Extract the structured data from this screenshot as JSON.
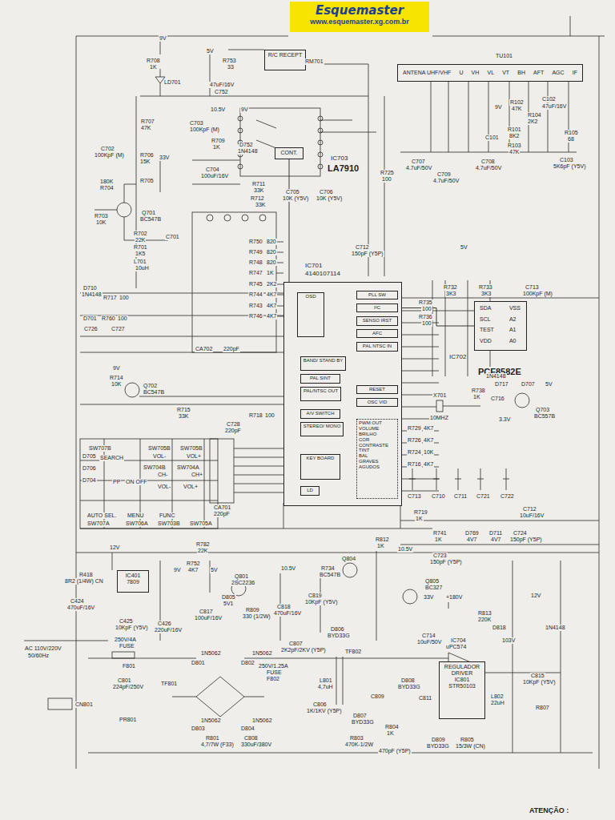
{
  "diagram": {
    "nodes": [
      {
        "text": [
          "Esquemaster",
          "www.esquemaster.xg.com.br"
        ]
      },
      {
        "text": [
          "R/C RECEPT"
        ]
      },
      {
        "text": [
          "ANTENA UHF/VHF",
          "U",
          "VH",
          "VL",
          "VT",
          "BH",
          "AFT",
          "AGC",
          "IF"
        ]
      },
      {
        "text": [
          "CONT."
        ]
      },
      {
        "text": [
          "IC701",
          "4140107114"
        ]
      },
      {
        "text": [
          "OSD"
        ],
        "in": 4
      },
      {
        "text": [
          "BAND/ STAND BY"
        ],
        "in": 4
      },
      {
        "text": [
          "PAL SINT"
        ],
        "in": 4
      },
      {
        "text": [
          "PAL/NTSC OUT"
        ],
        "in": 4
      },
      {
        "text": [
          "A/V SWITCH"
        ],
        "in": 4
      },
      {
        "text": [
          "STEREO/ MONO"
        ],
        "in": 4
      },
      {
        "text": [
          "KEY BOARD"
        ],
        "in": 4
      },
      {
        "text": [
          "LD"
        ],
        "in": 4
      },
      {
        "text": [
          "PLL SW"
        ],
        "in": 4
      },
      {
        "text": [
          "I²C"
        ],
        "in": 4
      },
      {
        "text": [
          "SENSO IRST"
        ],
        "in": 4
      },
      {
        "text": [
          "AFC"
        ],
        "in": 4
      },
      {
        "text": [
          "PAL NTSC IN"
        ],
        "in": 4
      },
      {
        "text": [
          "RESET"
        ],
        "in": 4
      },
      {
        "text": [
          "OSC VID"
        ],
        "in": 4
      },
      {
        "text": [
          "PWM OUT",
          "VOLUME",
          "BRILHO",
          "COR",
          "CONTRASTE",
          "TINT",
          "BAL",
          "GRAVES",
          "AGUDOS"
        ],
        "in": 4
      },
      {
        "text": [
          "SDA",
          "SCL",
          "TEST",
          "VDD",
          "VSS",
          "A2",
          "A1",
          "A0"
        ]
      },
      {
        "text": [
          "IC401",
          "7809"
        ]
      },
      {
        "text": [
          "REGULADOR",
          "DRIVER",
          "IC801",
          "STR50103"
        ]
      }
    ],
    "edges": [
      {
        "from": 14,
        "to": 21,
        "arrow": "none"
      },
      {
        "from": 3,
        "to": 4,
        "arrow": "none"
      }
    ],
    "labels": [
      "9V",
      "R708",
      "1K",
      "LD701",
      "5V",
      "R753",
      "33",
      "47uF/16V",
      "C752",
      "RM701",
      "TU101",
      "R707",
      "47K",
      "C703",
      "100KpF (M)",
      "10.5V",
      "9V",
      "R709",
      "1K",
      "D752",
      "1N4148",
      "C702",
      "100KpF (M)",
      "33V",
      "R706",
      "15K",
      "R705",
      "180K",
      "R704",
      "C704",
      "100uF/16V",
      "IC703",
      "LA7910",
      "R711",
      "33K",
      "R712",
      "33K",
      "C705",
      "10K (Y5V)",
      "C706",
      "10K (Y5V)",
      "R725",
      "100",
      "C707",
      "4.7uF/50V",
      "C709",
      "4.7uF/50V",
      "C708",
      "4.7uF/50V",
      "9V",
      "C101",
      "R102",
      "47K",
      "R101",
      "8K2",
      "R103",
      "47K",
      "R104",
      "2K2",
      "C102",
      "47uF/16V",
      "R105",
      "68",
      "C103",
      "5K6pF (Y5V)",
      "Q701",
      "BC547B",
      "R703",
      "10K",
      "R702",
      "22K",
      "R701",
      "1K5",
      "L701",
      "10uH",
      "C701",
      "R750",
      "820",
      "R749",
      "820",
      "R748",
      "820",
      "R747",
      "1K",
      "R745",
      "2K2",
      "R744",
      "4K7",
      "R743",
      "4K7",
      "R746",
      "4K7",
      "CA702",
      "220pF",
      "C712",
      "150pF (Y5P)",
      "5V",
      "R732",
      "3K3",
      "R733",
      "3K3",
      "C713",
      "100KpF (M)",
      "R735",
      "100",
      "R736",
      "100",
      "IC702",
      "PCF8582E",
      "D710",
      "1N4148",
      "R717",
      "100",
      "R760",
      "100",
      "D701",
      "C726",
      "C727",
      "9V",
      "R714",
      "10K",
      "Q702",
      "BC547B",
      "R715",
      "33K",
      "R718",
      "100",
      "C728",
      "220pF",
      "X701",
      "10MHZ",
      "R738",
      "1K",
      "1N4148",
      "D717",
      "D707",
      "5V",
      "C716",
      "3.3V",
      "Q703",
      "BC557B",
      "R729",
      "4K7",
      "R726",
      "4K7",
      "R724",
      "10K",
      "R716",
      "4K7",
      "C713",
      "C710",
      "C711",
      "C721",
      "C722",
      "R719",
      "1K",
      "C712",
      "10uF/16V",
      "R741",
      "1K",
      "D769",
      "4V7",
      "D711",
      "4V7",
      "C724",
      "150pF (Y5P)",
      "C723",
      "150pF (Y5P)",
      "SW707B",
      "SW705B",
      "SW705B",
      "SEARCH",
      "VOL-",
      "VOL+",
      "SW704B",
      "CH-",
      "SW704A",
      "CH+",
      "D705",
      "D706",
      "D704",
      "PP",
      "ON OFF",
      "VOL-",
      "VOL+",
      "AUTO SEL.",
      "MENU",
      "FUNC",
      "SW707A",
      "SW706A",
      "SW703B",
      "SW705A",
      "CA701",
      "220pF",
      "12V",
      "R418",
      "8R2 (1/4W) CN",
      "C424",
      "470uF/16V",
      "C425",
      "10KpF (Y5V)",
      "C426",
      "220uF/16V",
      "9V",
      "R752",
      "4K7",
      "5V",
      "Q801",
      "2SC2236",
      "R809",
      "330 (1/2W)",
      "C818",
      "470uF/16V",
      "10.5V",
      "C819",
      "10KpF (Y5V)",
      "D805",
      "5V1",
      "C817",
      "100uF/16V",
      "D806",
      "BYD33G",
      "C807",
      "2K2pF/2KV (Y5P)",
      "R782",
      "22K",
      "R812",
      "1K",
      "10.5V",
      "Q804",
      "R734",
      "BC547B",
      "Q805",
      "BC327",
      "33V",
      "+180V",
      "R813",
      "220K",
      "C714",
      "10uF/50V",
      "IC704",
      "uPC574",
      "D818",
      "103V",
      "12V",
      "1N4148",
      "C815",
      "10KpF (Y5V)",
      "R807",
      "AC 110V/220V",
      "50/60Hz",
      "250V/4A",
      "FUSE",
      "F801",
      "C801",
      "224pF/250V",
      "TF801",
      "CN801",
      "PR801",
      "D801",
      "D802",
      "D803",
      "D804",
      "1N5062",
      "1N5062",
      "1N5062",
      "1N5062",
      "R801",
      "4,7/7W (F33)",
      "C808",
      "330uF/380V",
      "250V/1.25A",
      "FUSE",
      "F802",
      "TF802",
      "L801",
      "4,7uH",
      "C806",
      "1K/1KV (Y5P)",
      "C809",
      "D807",
      "BYD33G",
      "R804",
      "1K",
      "R803",
      "470K-1/2W",
      "470pF (Y5P)",
      "D808",
      "BYD33G",
      "C811",
      "L802",
      "22uH",
      "D809",
      "BYD33G",
      "R805",
      "15/3W (CN)",
      "ATENÇÃO :"
    ]
  }
}
